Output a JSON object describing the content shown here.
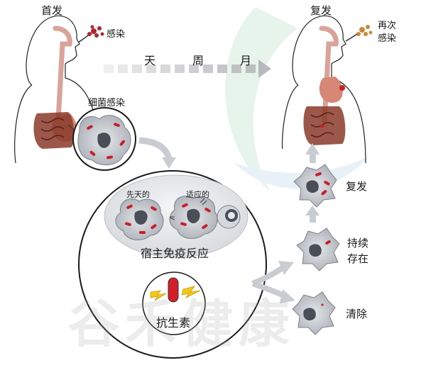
{
  "labels": {
    "first_onset": "首发",
    "infection": "感染",
    "timeline_day": "天",
    "timeline_week": "周",
    "timeline_month": "月",
    "relapse_title": "复发",
    "reinfection": "再次\n感染",
    "bacterial_infection": "细菌感染",
    "innate": "先天的",
    "adaptive": "适应的",
    "host_immune_response": "宿主免疫反应",
    "antibiotic": "抗生素",
    "relapse": "复发",
    "persist": "持续\n存在",
    "clear": "清除"
  },
  "watermark": "谷禾健康",
  "colors": {
    "bacteria": "#c8202a",
    "cell": "#9aa0a8",
    "arrow": "#c9ccd0",
    "gut": "#8a3b2a"
  }
}
